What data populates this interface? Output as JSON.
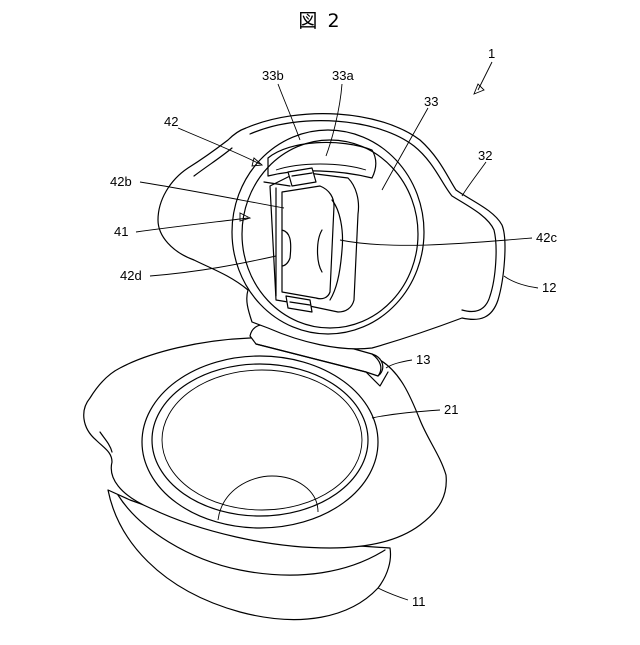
{
  "figure": {
    "title": "図 2",
    "labels": {
      "l1": "1",
      "l33b": "33b",
      "l33a": "33a",
      "l42": "42",
      "l33": "33",
      "l32": "32",
      "l42b": "42b",
      "l41": "41",
      "l42c": "42c",
      "l42d": "42d",
      "l12": "12",
      "l13": "13",
      "l21": "21",
      "l11": "11"
    }
  }
}
